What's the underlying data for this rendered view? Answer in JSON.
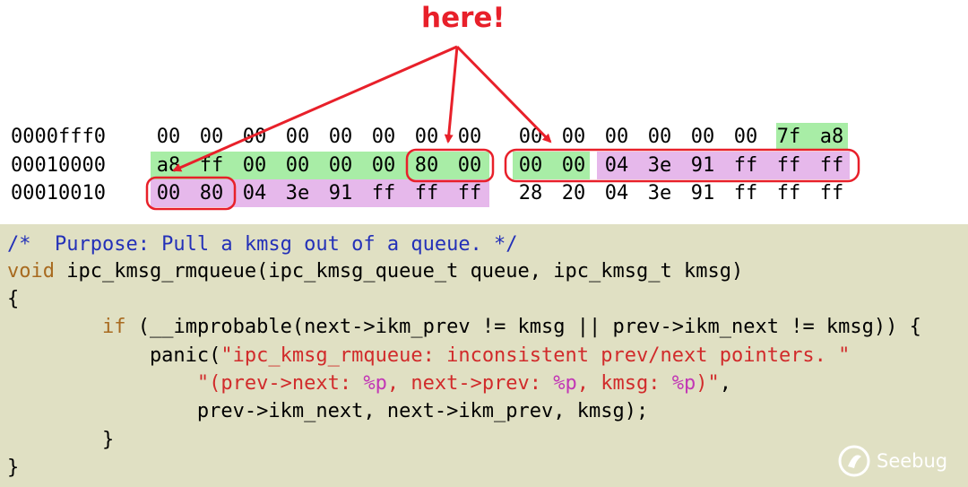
{
  "annotation": {
    "label": "here!"
  },
  "hex_dump": {
    "rows": [
      {
        "offset": "0000fff0",
        "bytes": [
          "00",
          "00",
          "00",
          "00",
          "00",
          "00",
          "00",
          "00",
          "00",
          "00",
          "00",
          "00",
          "00",
          "00",
          "7f",
          "a8"
        ]
      },
      {
        "offset": "00010000",
        "bytes": [
          "a8",
          "ff",
          "00",
          "00",
          "00",
          "00",
          "80",
          "00",
          "00",
          "00",
          "04",
          "3e",
          "91",
          "ff",
          "ff",
          "ff"
        ]
      },
      {
        "offset": "00010010",
        "bytes": [
          "00",
          "80",
          "04",
          "3e",
          "91",
          "ff",
          "ff",
          "ff",
          "28",
          "20",
          "04",
          "3e",
          "91",
          "ff",
          "ff",
          "ff"
        ]
      }
    ]
  },
  "code": {
    "comment": "/*  Purpose: Pull a kmsg out of a queue. */",
    "sig_kw": "void",
    "sig_rest": " ipc_kmsg_rmqueue(ipc_kmsg_queue_t queue, ipc_kmsg_t kmsg)",
    "open_brace": "{",
    "if_indent": "        ",
    "if_kw": "if",
    "if_rest": " (__improbable(next->ikm_prev != kmsg || prev->ikm_next != kmsg)) {",
    "panic_pre": "            panic(",
    "panic_str": "\"ipc_kmsg_rmqueue: inconsistent prev/next pointers. \"",
    "fmt_indent": "                ",
    "fmt_s1": "\"(prev->next: ",
    "fmt_p1": "%p",
    "fmt_s2": ", next->prev: ",
    "fmt_p2": "%p",
    "fmt_s3": ", kmsg: ",
    "fmt_p3": "%p",
    "fmt_s4": ")\"",
    "fmt_tail": ",",
    "args_line": "                prev->ikm_next, next->ikm_prev, kmsg);",
    "inner_close": "        }",
    "outer_close": "}"
  },
  "watermark": {
    "text": "Seebug"
  },
  "colors": {
    "annotation_red": "#e8202a",
    "highlight_green": "#a8eda6",
    "highlight_purple": "#e6b8eb",
    "code_bg": "#e0e0c3"
  }
}
